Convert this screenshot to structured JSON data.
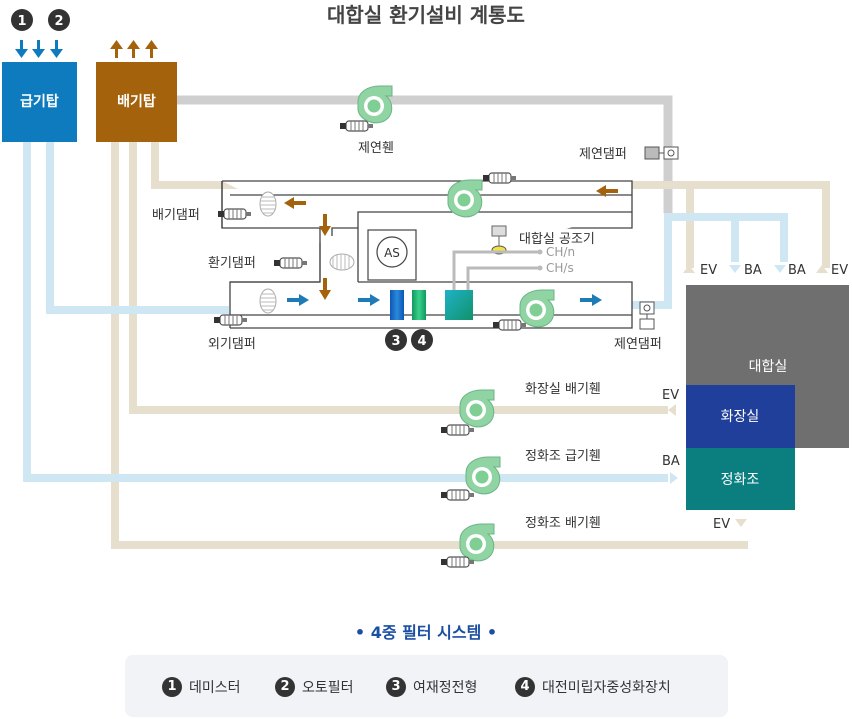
{
  "title": "대합실 환기설비 계통도",
  "top_badges": [
    "1",
    "2"
  ],
  "towers": {
    "supply": "급기탑",
    "exhaust": "배기탑"
  },
  "labels": {
    "smoke_fan": "제연휀",
    "smoke_damper_top": "제연댐퍼",
    "smoke_damper_bottom": "제연댐퍼",
    "exhaust_damper": "배기댐퍼",
    "ventilation_damper": "환기댐퍼",
    "outdoor_damper": "외기댐퍼",
    "ahu": "대합실 공조기",
    "ch_n": "CH/n",
    "ch_s": "CH/s",
    "as": "AS",
    "toilet_fan": "화장실 배기휀",
    "sewage_supply_fan": "정화조 급기휀",
    "sewage_exhaust_fan": "정화조 배기휀"
  },
  "outlet_codes": [
    "EV",
    "BA",
    "BA",
    "EV"
  ],
  "side_codes": {
    "toilet": "EV",
    "sewage_supply": "BA",
    "sewage_exhaust": "EV"
  },
  "filter_badges": [
    "3",
    "4"
  ],
  "rooms": {
    "hall": "대합실",
    "toilet": "화장실",
    "sewage": "정화조"
  },
  "legend": {
    "title": "• 4중 필터 시스템 •",
    "items": [
      {
        "num": "1",
        "label": "데미스터"
      },
      {
        "num": "2",
        "label": "오토필터"
      },
      {
        "num": "3",
        "label": "여재정전형"
      },
      {
        "num": "4",
        "label": "대전미립자중성화장치"
      }
    ]
  },
  "colors": {
    "supply": "#0f7bbf",
    "exhaust": "#a5620d",
    "hall": "#6f6f6f",
    "toilet": "#1f3f9a",
    "sewage": "#0b7f7f",
    "legend_title": "#1b4fa3",
    "fan": "#8fd4a2",
    "duct_tan": "#e7dfcd",
    "duct_blue": "#cfe6f3",
    "duct_gray": "#cfcfcf"
  }
}
